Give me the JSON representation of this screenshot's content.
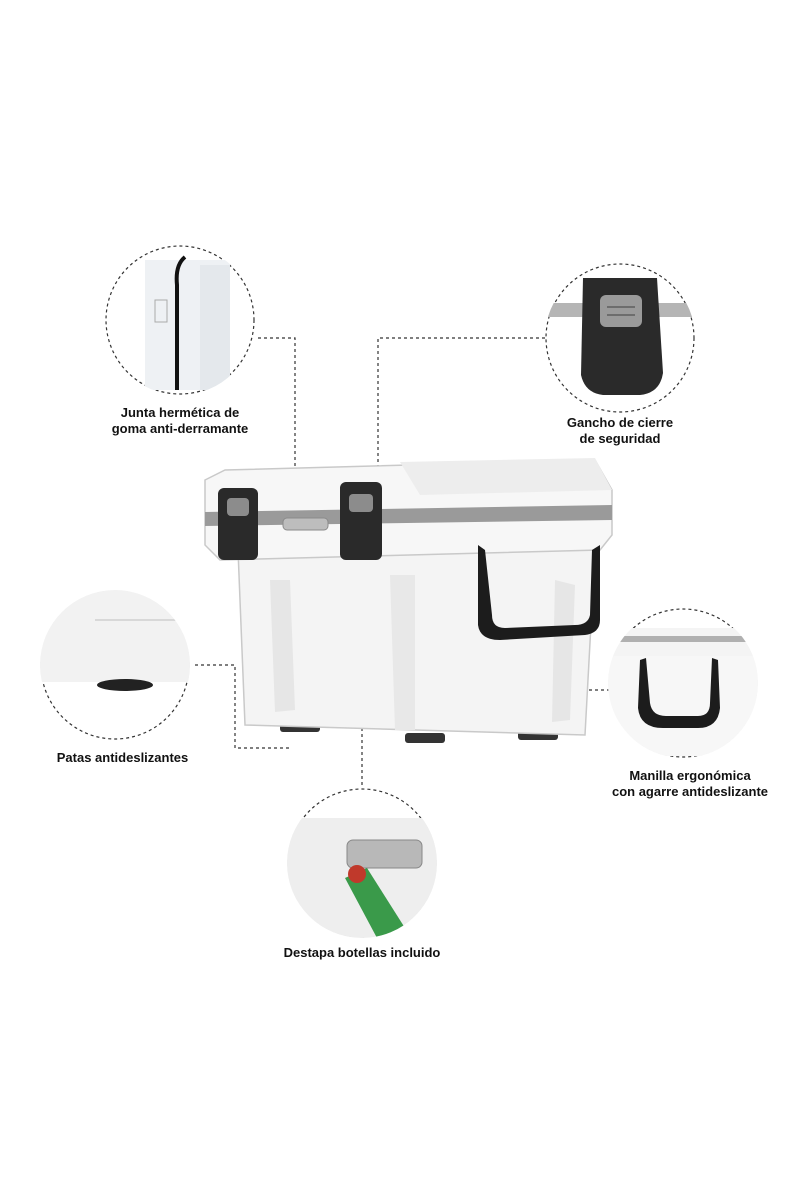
{
  "features": {
    "seal": {
      "label": "Junta hermética de\ngoma anti-derramante",
      "icon": "rubber-seal"
    },
    "latch": {
      "label": "Gancho de cierre\nde seguridad",
      "icon": "latch"
    },
    "feet": {
      "label": "Patas antideslizantes",
      "icon": "non-slip-feet"
    },
    "handle": {
      "label": "Manilla ergonómica\ncon agarre antideslizante",
      "icon": "handle"
    },
    "opener": {
      "label": "Destapa botellas incluido",
      "icon": "bottle-opener"
    }
  },
  "colors": {
    "body": "#f4f4f4",
    "stripe": "#9a9a9a",
    "latch": "#2a2a2a",
    "handle": "#1c1c1c",
    "bottle": "#3a9a4a"
  }
}
